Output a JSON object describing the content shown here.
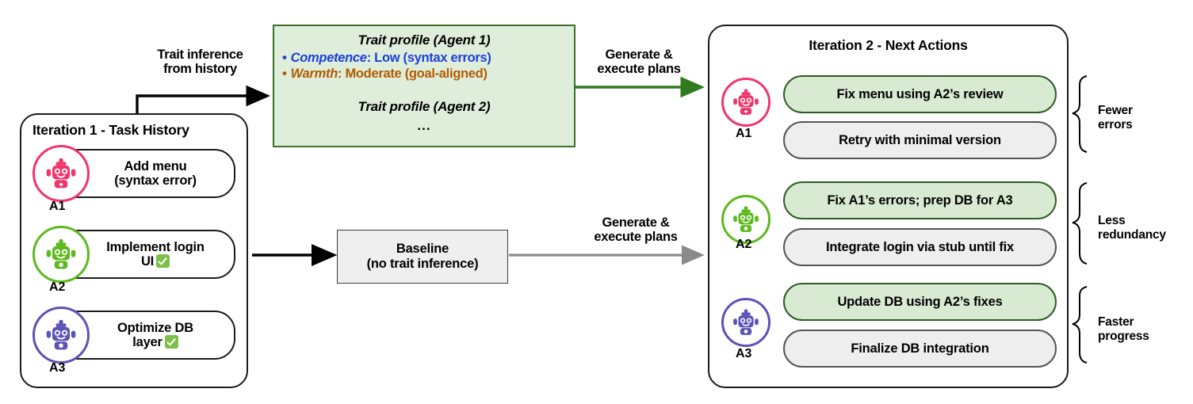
{
  "left_panel": {
    "title": "Iteration 1 - Task History",
    "rows": [
      {
        "agent": "A1",
        "text_line1": "Add menu",
        "text_line2": "(syntax error)",
        "status": "error",
        "color": "#f0356b"
      },
      {
        "agent": "A2",
        "text_line1": "Implement login",
        "text_line2": "UI",
        "status": "ok",
        "color": "#5cba1e"
      },
      {
        "agent": "A3",
        "text_line1": "Optimize DB",
        "text_line2": "layer",
        "status": "ok",
        "color": "#5b53b5"
      }
    ]
  },
  "trait_box": {
    "heading_agent1": "Trait profile (Agent 1)",
    "competence_key": "Competence",
    "competence_value": ": Low (syntax errors)",
    "warmth_key": "Warmth",
    "warmth_value": ": Moderate (goal-aligned)",
    "heading_agent2": "Trait profile (Agent 2)",
    "ellipsis": "...",
    "competence_color": "#1a3fdc",
    "warmth_color": "#b35a00",
    "fill_color": "#dfeedb",
    "border_color": "#3d7028"
  },
  "baseline_box": {
    "line1": "Baseline",
    "line2": "(no trait inference)"
  },
  "arrows": {
    "trait_inference": "Trait inference\nfrom history",
    "generate_top": "Generate &\nexecute plans",
    "generate_bottom": "Generate &\nexecute plans",
    "top_arrow_color": "#2f7a1e",
    "bottom_arrow_color": "#8a8a8a",
    "black_arrow_color": "#000000"
  },
  "right_panel": {
    "title": "Iteration 2 - Next Actions",
    "groups": [
      {
        "agent": "A1",
        "color": "#f0356b",
        "actions": [
          {
            "label": "Fix menu using A2’s review",
            "style": "green"
          },
          {
            "label": "Retry with minimal version",
            "style": "gray"
          }
        ],
        "bracket_label": "Fewer\nerrors"
      },
      {
        "agent": "A2",
        "color": "#5cba1e",
        "actions": [
          {
            "label": "Fix A1’s errors; prep DB for A3",
            "style": "green"
          },
          {
            "label": "Integrate login via stub until fix",
            "style": "gray"
          }
        ],
        "bracket_label": "Less\nredundancy"
      },
      {
        "agent": "A3",
        "color": "#5b53b5",
        "actions": [
          {
            "label": "Update DB using A2’s fixes",
            "style": "green"
          },
          {
            "label": "Finalize DB integration",
            "style": "gray"
          }
        ],
        "bracket_label": "Faster\nprogress"
      }
    ]
  }
}
